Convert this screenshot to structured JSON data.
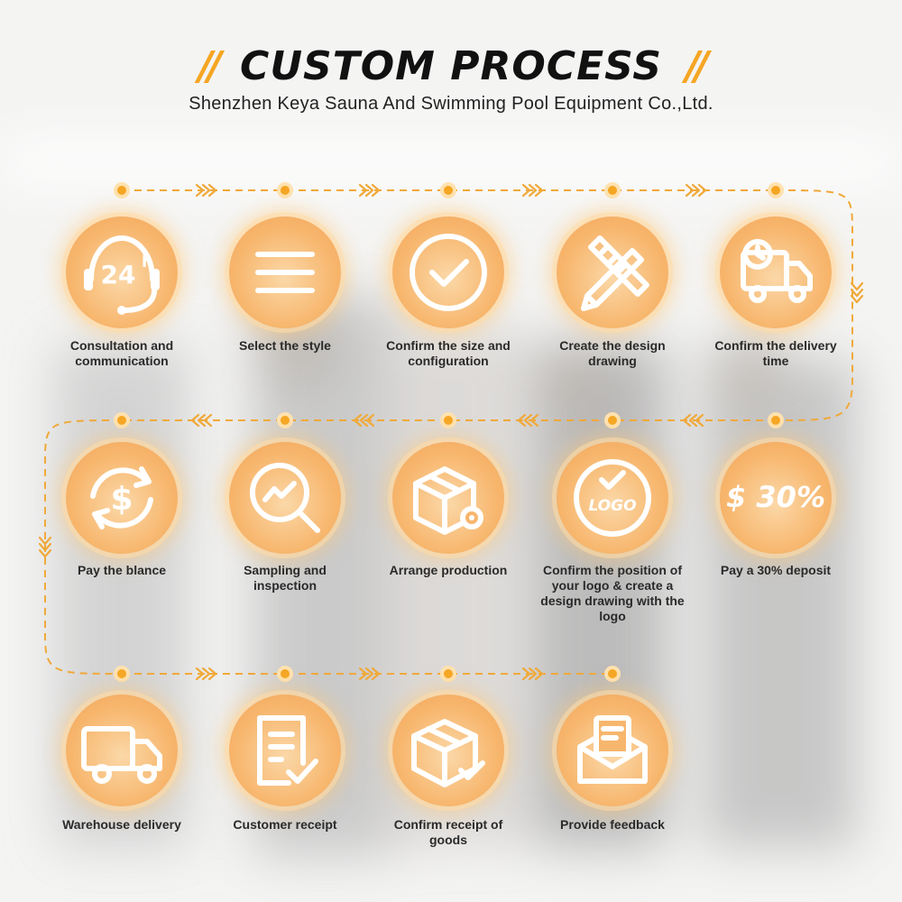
{
  "header": {
    "title": "CUSTOM PROCESS",
    "slash_left": "//",
    "slash_right": "//",
    "subtitle": "Shenzhen Keya Sauna And Swimming Pool Equipment Co.,Ltd."
  },
  "colors": {
    "accent": "#f5a623",
    "circle": "#f7b66d",
    "text": "#2a2a2a"
  },
  "steps": [
    {
      "label": "Consultation and communication",
      "icon": "headset-24h-icon",
      "icon_text": "24",
      "icon_sup": "h"
    },
    {
      "label": "Select the style",
      "icon": "menu-lines-icon"
    },
    {
      "label": "Confirm the size and configuration",
      "icon": "checkmark-circle-icon"
    },
    {
      "label": "Create the design drawing",
      "icon": "pencil-ruler-icon"
    },
    {
      "label": "Confirm the delivery time",
      "icon": "delivery-truck-clock-icon"
    },
    {
      "label": "Pay a 30% deposit",
      "icon": "deposit-icon",
      "icon_text": "$ 30%"
    },
    {
      "label": "Confirm the position of your logo & create a design drawing with the logo",
      "icon": "logo-check-icon",
      "icon_text": "LOGO"
    },
    {
      "label": "Arrange production",
      "icon": "box-gear-icon"
    },
    {
      "label": "Sampling and inspection",
      "icon": "magnifier-chart-icon"
    },
    {
      "label": "Pay the blance",
      "icon": "dollar-cycle-icon",
      "icon_text": "$"
    },
    {
      "label": "Warehouse delivery",
      "icon": "truck-icon"
    },
    {
      "label": "Customer receipt",
      "icon": "receipt-check-icon"
    },
    {
      "label": "Confirm receipt of goods",
      "icon": "box-check-icon"
    },
    {
      "label": "Provide feedback",
      "icon": "envelope-letter-icon"
    }
  ]
}
